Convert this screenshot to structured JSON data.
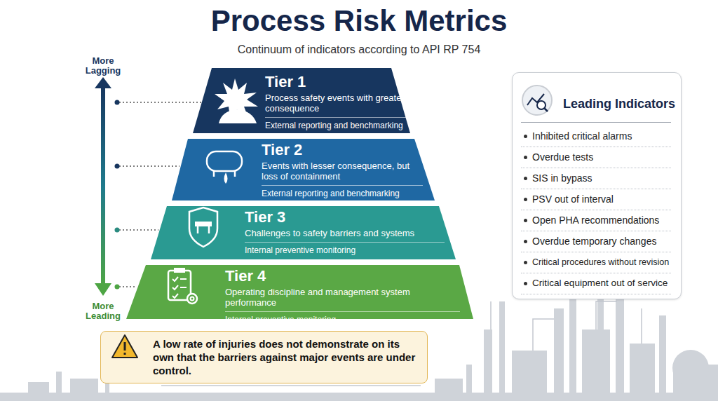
{
  "diagram": {
    "title": "Process Risk Metrics",
    "nodes": [
      {
        "text": [
          "Tier 1",
          "Process safety events with greatest consequence",
          "External reporting and benchmarking"
        ]
      },
      {
        "text": [
          "Tier 2",
          "Events with lesser consequence, but loss of containment",
          "External reporting and benchmarking"
        ]
      },
      {
        "text": [
          "Tier 3",
          "Challenges to safety barriers and systems",
          "Internal preventive monitoring"
        ]
      },
      {
        "text": [
          "Tier 4",
          "Operating discipline and management system performance",
          "Internal preventive monitoring"
        ]
      },
      {
        "text": [
          "Leading Indicators",
          "Inhibited critical alarms",
          "Overdue tests",
          "SIS in bypass",
          "PSV out of interval",
          "Open PHA recommendations",
          "Overdue temporary changes",
          "Critical procedures without revision",
          "Critical equipment out of service"
        ]
      },
      {
        "text": [
          "A low rate of injuries does not demonstrate on its own that the barriers against major events are under control."
        ]
      }
    ],
    "labels": [
      "Continuum of indicators according to API RP 754",
      "More Lagging",
      "More Leading"
    ]
  }
}
